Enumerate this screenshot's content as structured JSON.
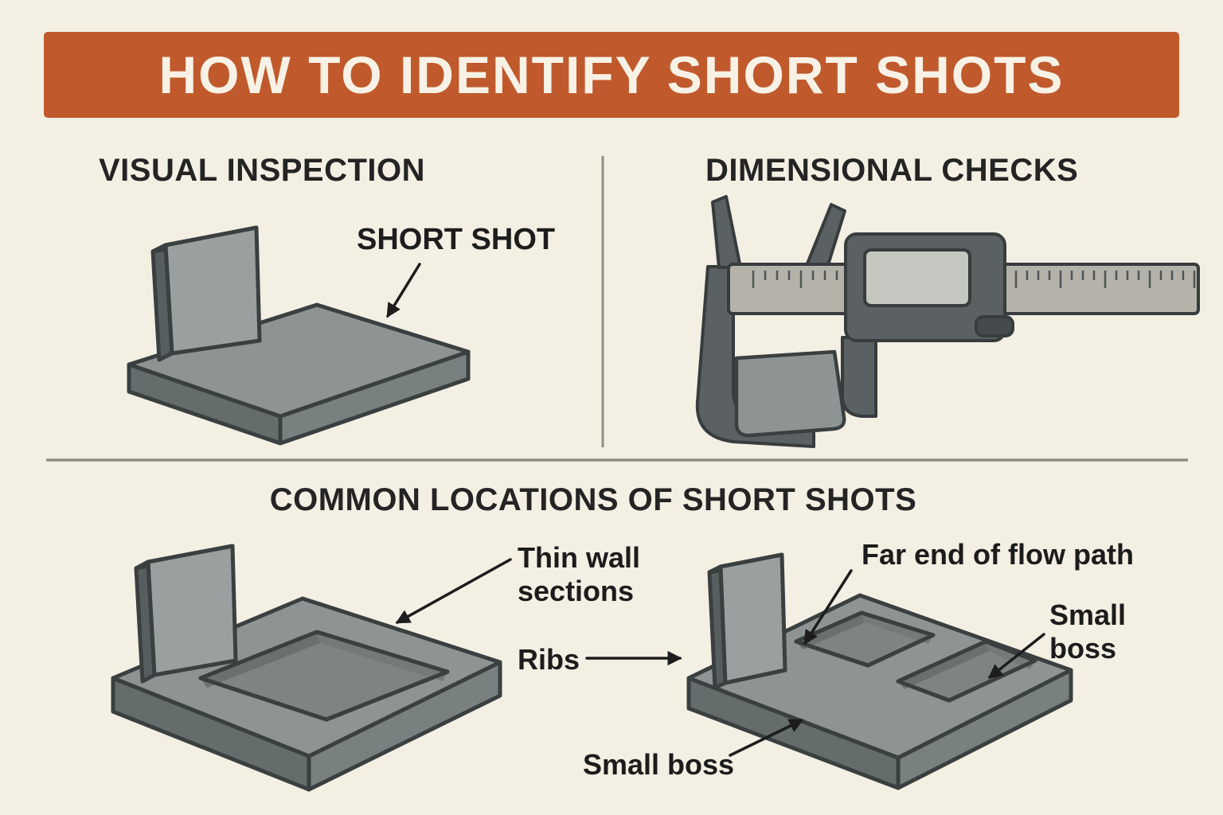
{
  "banner": {
    "title": "HOW TO IDENTIFY SHORT SHOTS",
    "bg_color": "#c05a2c",
    "text_color": "#f8f2e6"
  },
  "sections": {
    "visual_inspection": {
      "heading": "VISUAL INSPECTION",
      "callout": "SHORT SHOT",
      "illustration": "molded-plate-with-short-rib"
    },
    "dimensional_checks": {
      "heading": "DIMENSIONAL CHECKS",
      "illustration": "digital-caliper-measuring-part"
    },
    "common_locations": {
      "heading": "COMMON LOCATIONS OF SHORT SHOTS",
      "illustration_left": "open-tray-part-with-thin-wall",
      "illustration_right": "tray-part-with-ribs-and-bosses",
      "labels": {
        "thin_wall": "Thin wall sections",
        "ribs": "Ribs",
        "far_end": "Far end of flow path",
        "small_boss_upper": "Small boss",
        "small_boss_lower": "Small boss"
      }
    }
  },
  "colors": {
    "background": "#f4efe3",
    "banner": "#c05a2c",
    "heading_text": "#242424",
    "part_top": "#8e9393",
    "part_side_dark": "#656c6c",
    "part_side_mid": "#798080",
    "pocket_floor": "#7e8484",
    "caliper_body": "#5b6163",
    "caliper_beam": "#b5b2a9",
    "outline": "#3a3f40",
    "arrow": "#1d1d1d",
    "divider": "#8f8d85"
  }
}
